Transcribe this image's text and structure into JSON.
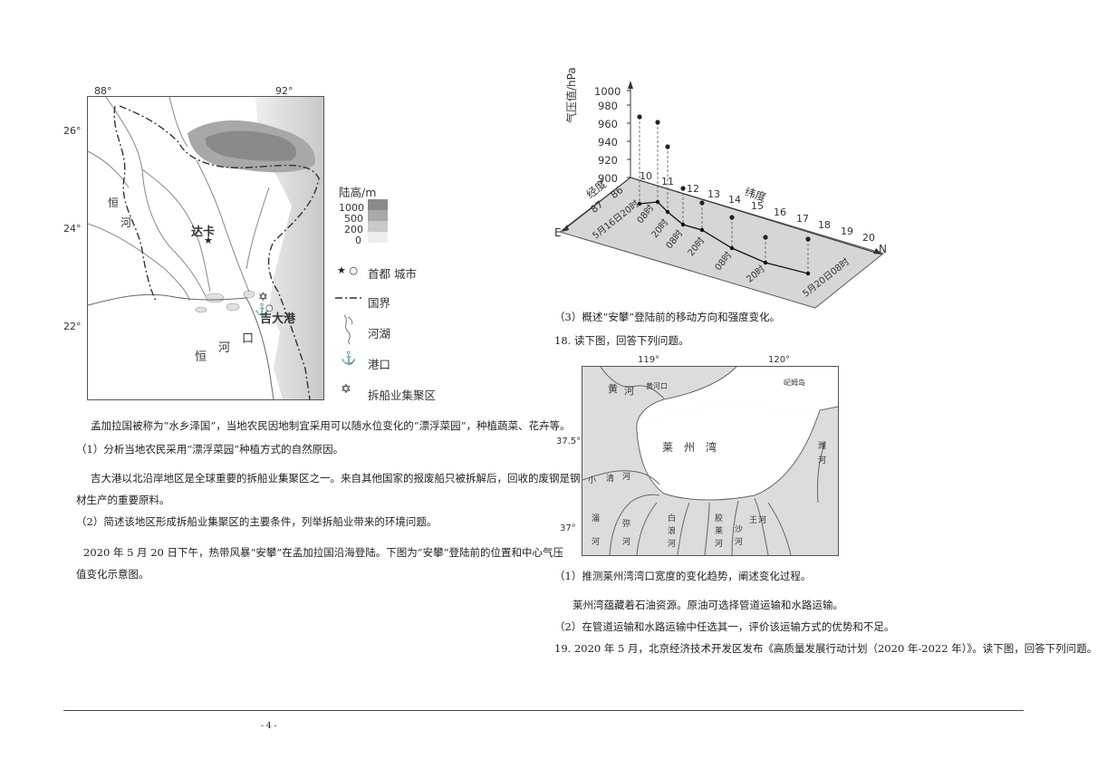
{
  "map1": {
    "lon_labels": [
      "88°",
      "92°"
    ],
    "lat_labels": [
      "26°",
      "24°",
      "22°"
    ],
    "city_dhaka": "达卡",
    "port_chittagong": "吉大港",
    "river_label": [
      "恒",
      "河"
    ],
    "estuary_label": [
      "恒",
      "河",
      "口"
    ],
    "legend_title": "陆高/m",
    "elev_ticks": [
      "1000",
      "500",
      "200",
      "0"
    ],
    "legend_items": [
      "首都 城市",
      "国界",
      "河湖",
      "港口",
      "拆船业集聚区"
    ]
  },
  "chart": {
    "ylabel": "气压值/hPa",
    "yticks": [
      "1000",
      "980",
      "960",
      "940",
      "920",
      "900"
    ],
    "lon_axis_label": "经度",
    "lon_ticks": [
      "87",
      "86"
    ],
    "lat_axis_label": "纬度",
    "lat_ticks": [
      "10",
      "11",
      "12",
      "13",
      "14",
      "15",
      "16",
      "17",
      "18",
      "19",
      "20"
    ],
    "dir_e": "E",
    "dir_n": "N",
    "time_labels": [
      "5月16日20时",
      "08时",
      "20时",
      "08时",
      "20时",
      "08时",
      "20时",
      "5月20日08时"
    ]
  },
  "map2": {
    "lon_labels": [
      "119°",
      "120°"
    ],
    "lat_labels": [
      "37.5°",
      "37°"
    ],
    "bay_name": [
      "莱",
      "州",
      "湾"
    ],
    "yellow_river": [
      "黄",
      "河"
    ],
    "yellow_river_mouth": "黄河口",
    "island": "屺姆岛",
    "river_xiaoqing": [
      "小",
      "清",
      "河"
    ],
    "river_a": [
      "淄",
      "河"
    ],
    "river_b": [
      "弥",
      "河"
    ],
    "river_c": [
      "白",
      "浪",
      "河"
    ],
    "river_d": [
      "胶",
      "莱",
      "河"
    ],
    "river_e": [
      "王",
      "河"
    ],
    "river_f": [
      "沙",
      "河"
    ],
    "river_g": [
      "潍",
      "河"
    ]
  },
  "left_text": [
    "孟加拉国被称为“水乡泽国”，当地农民因地制宜采用可以随水位变化的“漂浮菜园”，种植蔬菜、花卉等。",
    "（1）分析当地农民采用“漂浮菜园”种植方式的自然原因。",
    "吉大港以北沿岸地区是全球重要的拆船业集聚区之一。来自其他国家的报废船只被拆解后，回收的废钢是钢",
    "材生产的重要原料。",
    "（2）简述该地区形成拆船业集聚区的主要条件，列举拆船业带来的环境问题。",
    "2020 年 5 月 20 日下午，热带风暴“安攀”在孟加拉国沿海登陆。下图为“安攀”登陆前的位置和中心气压",
    "值变化示意图。"
  ],
  "right_text": {
    "q3": "（3）概述“安攀”登陆前的移动方向和强度变化。",
    "q18": "18. 读下图，回答下列问题。",
    "q18_1": "（1）推测莱州湾湾口宽度的变化趋势，阐述变化过程。",
    "q18_intro": "莱州湾蕴藏着石油资源。原油可选择管道运输和水路运输。",
    "q18_2": "（2）在管道运输和水路运输中任选其一，评价该运输方式的优势和不足。",
    "q19": "19. 2020 年 5 月，北京经济技术开发区发布《高质量发展行动计划（2020 年-2022 年）》。读下图，回答下列问题。"
  },
  "page_number": "- 4 -"
}
